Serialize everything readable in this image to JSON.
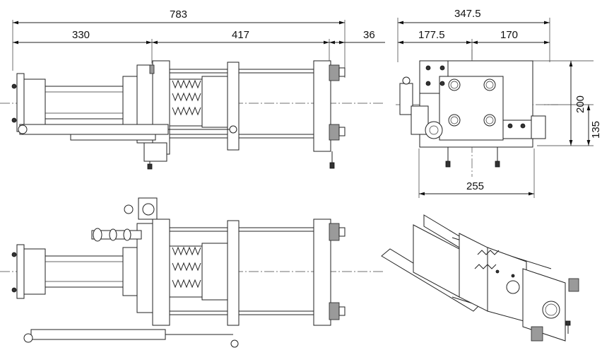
{
  "dimensions": {
    "overall_length": "783",
    "left_segment": "330",
    "middle_segment": "417",
    "right_segment": "36",
    "end_width": "347.5",
    "end_left": "177.5",
    "end_right": "170",
    "end_height": "200",
    "end_center_height": "135",
    "end_base": "255"
  }
}
